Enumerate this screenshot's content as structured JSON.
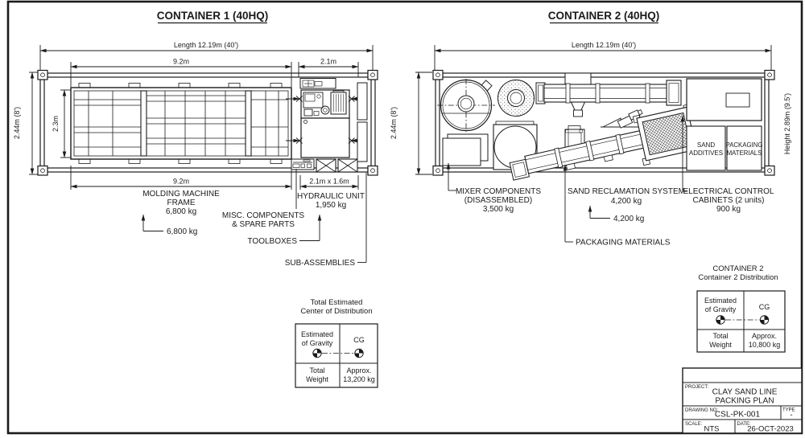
{
  "container1": {
    "title": "CONTAINER 1 (40HQ)",
    "dim_length": "Length 12.19m (40')",
    "dim_width": "2.44m (8')",
    "dim_frame_top": "9.2m",
    "dim_frame_bottom": "9.2m",
    "dim_frame_depth": "2.3m",
    "dim_hyd_top": "2.1m",
    "dim_hyd_footprint": "2.1m x 1.6m",
    "label_molding": [
      "MOLDING MACHINE",
      "FRAME",
      "6,800 kg"
    ],
    "label_molding_callout": "6,800 kg",
    "label_misc": [
      "MISC. COMPONENTS",
      "& SPARE PARTS"
    ],
    "label_toolboxes": "TOOLBOXES",
    "label_subassemblies": "SUB-ASSEMBLIES",
    "label_hydraulic": [
      "HYDRAULIC UNIT",
      "1,950 kg"
    ],
    "cg": {
      "title": [
        "Total Estimated",
        "Center of Distribution"
      ],
      "row1_left": [
        "Estimated",
        "of Gravity"
      ],
      "row1_right": "CG",
      "row2_left": [
        "Total",
        "Weight"
      ],
      "row2_right": [
        "Approx.",
        "13,200 kg"
      ]
    }
  },
  "container2": {
    "title": "CONTAINER 2 (40HQ)",
    "dim_length": "Length 12.19m (40')",
    "dim_width": "2.44m (8')",
    "dim_height": "Height 2.89m (9.5')",
    "label_mixer": [
      "MIXER COMPONENTS",
      "(DISASSEMBLED)",
      "3,500 kg"
    ],
    "label_sand": [
      "SAND RECLAMATION SYSTEM",
      "4,200 kg"
    ],
    "label_sand_callout": "4,200 kg",
    "label_packaging": "PACKAGING MATERIALS",
    "label_electrical": [
      "ELECTRICAL CONTROL",
      "CABINETS (2 units)",
      "900 kg"
    ],
    "box_sand_additives": [
      "SAND",
      "ADDITIVES"
    ],
    "box_packaging": [
      "PACKAGING",
      "MATERIALS"
    ],
    "cg": {
      "title": [
        "CONTAINER 2",
        "Container 2 Distribution"
      ],
      "row1_left": [
        "Estimated",
        "of Gravity"
      ],
      "row1_right": "CG",
      "row2_left": [
        "Total",
        "Weight"
      ],
      "row2_right": [
        "Approx.",
        "10,800 kg"
      ]
    }
  },
  "title_block": {
    "project_label": "PROJECT:",
    "project": [
      "CLAY SAND LINE",
      "PACKING PLAN"
    ],
    "drawing_no_label": "DRAWING NO:",
    "drawing_no": "CSL-PK-001",
    "type_label": "TYPE",
    "type_value": "-",
    "scale_label": "SCALE:",
    "scale_value": "NTS",
    "date_label": "DATE:",
    "date_value": "26-OCT-2023"
  },
  "colors": {
    "ink": "#1b1b1b",
    "paper": "#ffffff"
  }
}
